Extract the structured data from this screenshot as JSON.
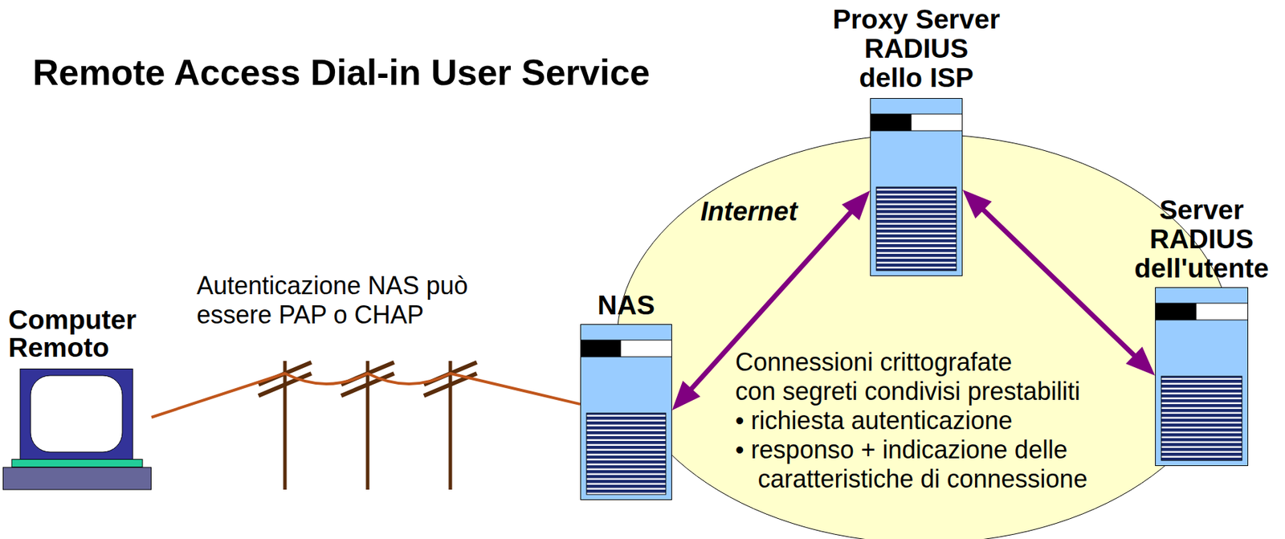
{
  "diagram": {
    "title": "Remote Access Dial-in User Service",
    "nodes": [
      {
        "text": [
          "Computer Remoto"
        ]
      },
      {
        "text": [
          "NAS"
        ]
      },
      {
        "text": [
          "Proxy Server RADIUS dello ISP"
        ]
      },
      {
        "text": [
          "Server RADIUS dell'utente"
        ]
      },
      {
        "text": [
          "Internet",
          "Connessioni crittografate con segreti condivisi prestabiliti",
          "• richiesta autenticazione",
          "• responso + indicazione delle caratteristiche di connessione"
        ]
      }
    ],
    "edges": [
      {
        "from": 0,
        "to": 1,
        "arrow": "none"
      },
      {
        "from": 1,
        "to": 2,
        "arrow": "both"
      },
      {
        "from": 2,
        "to": 3,
        "arrow": "both"
      }
    ],
    "labels": [
      "Autenticazione NAS può essere PAP o CHAP"
    ]
  }
}
